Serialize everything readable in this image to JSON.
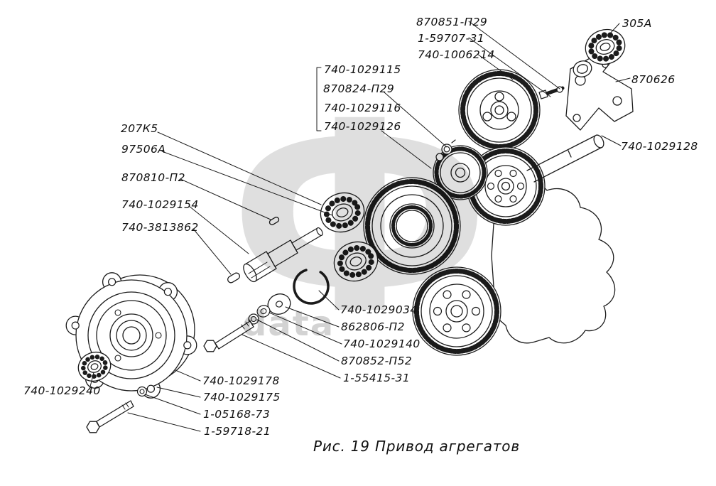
{
  "caption": "Рис. 19 Привод агрегатов",
  "watermark": {
    "glyph": "Ф",
    "text": "data"
  },
  "labels": {
    "l870851": "870851-П29",
    "l59707": "1-59707-31",
    "l1006214": "740-1006214",
    "l305a": "305A",
    "l870626": "870626",
    "l1029128": "740-1029128",
    "l1029115": "740-1029115",
    "l870824": "870824-П29",
    "l1029116": "740-1029116",
    "l1029126": "740-1029126",
    "l207k5": "207К5",
    "l97506a": "97506А",
    "l870810": "870810-П2",
    "l1029154": "740-1029154",
    "l3813862": "740-3813862",
    "l1029034": "740-1029034",
    "l862806": "862806-П2",
    "l1029140": "740-1029140",
    "l870852": "870852-П52",
    "l55415": "1-55415-31",
    "l1029178": "740-1029178",
    "l1029175": "740-1029175",
    "l05168": "1-05168-73",
    "l59718": "1-59718-21",
    "l1029240": "740-1029240"
  }
}
